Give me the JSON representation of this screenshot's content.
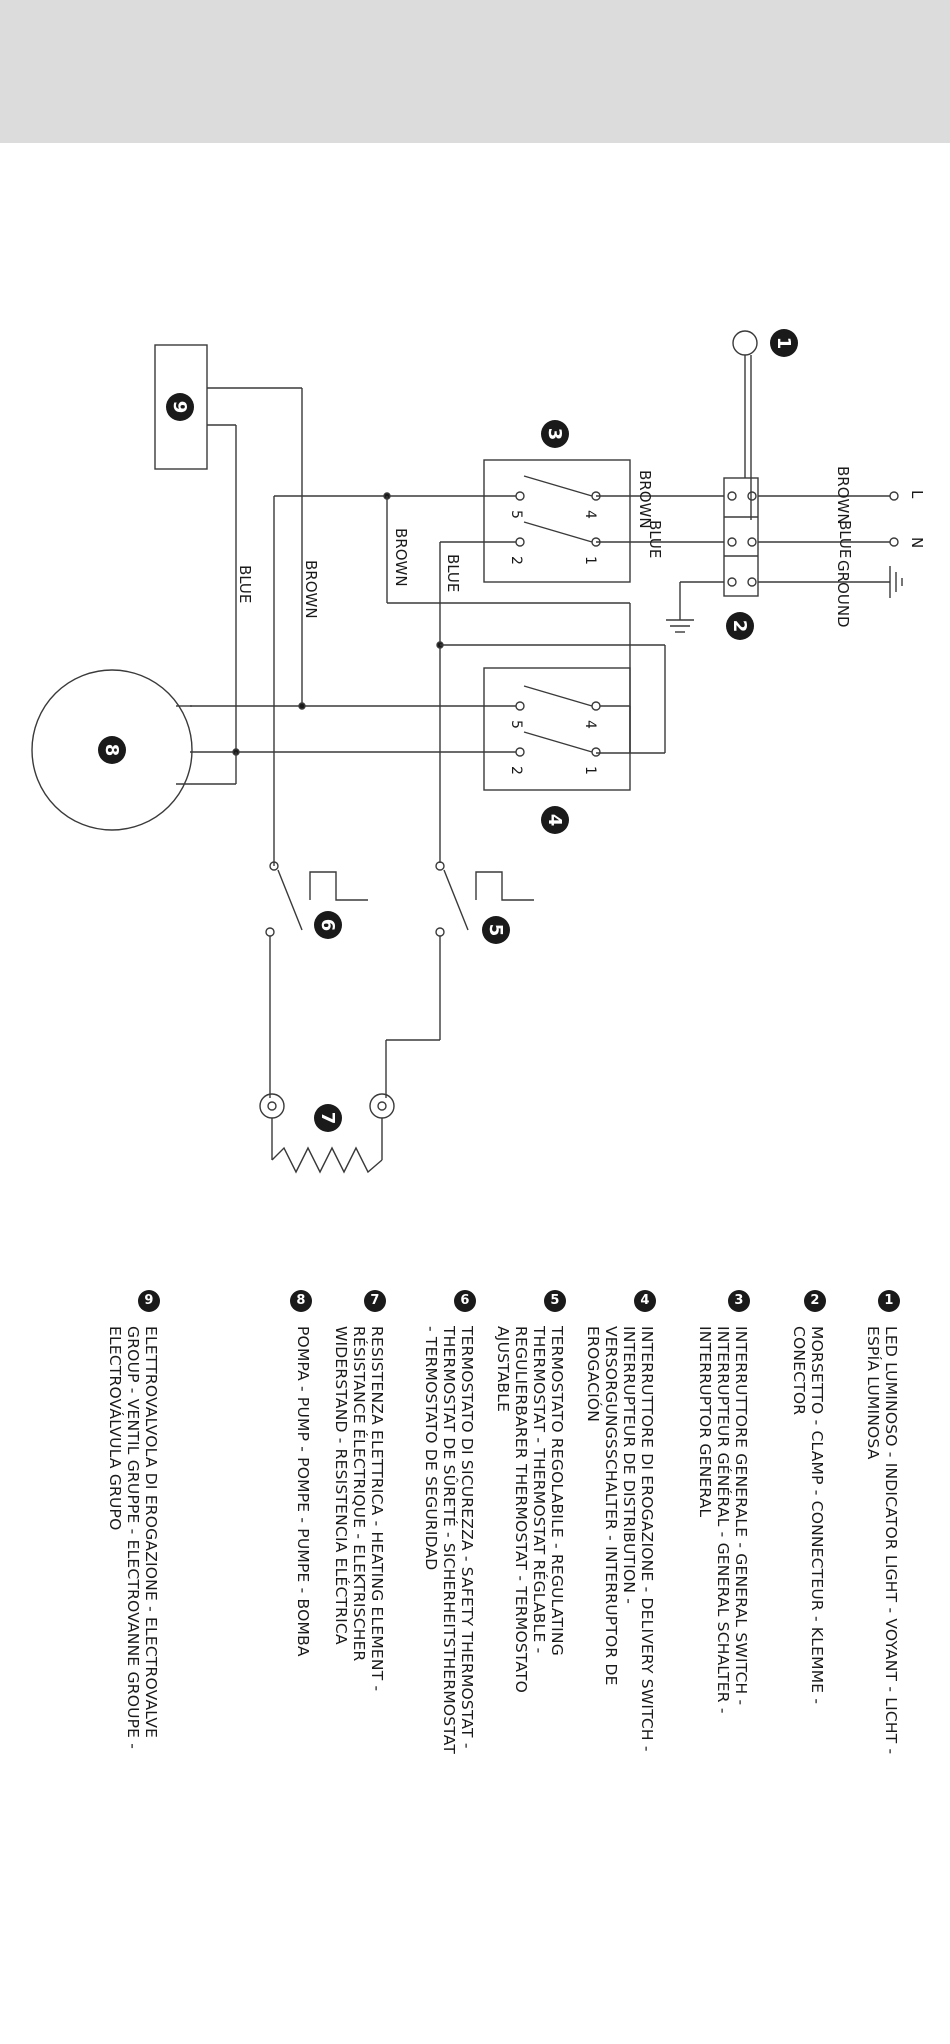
{
  "diagram": {
    "terminals": {
      "line": "L",
      "neutral": "N"
    },
    "wires": {
      "brown_in": "BROWN",
      "blue_in": "BLUE",
      "ground": "GROUND",
      "brown_out": "BROWN",
      "blue_out": "BLUE",
      "brown_mid": "BROWN",
      "blue_mid": "BLUE",
      "brown_pump": "BROWN",
      "blue_pump": "BLUE"
    },
    "switch3": {
      "number": "3",
      "pins": [
        "4",
        "1",
        "5",
        "2"
      ]
    },
    "switch4": {
      "number": "4",
      "pins": [
        "4",
        "1",
        "5",
        "2"
      ]
    },
    "callouts": [
      "1",
      "2",
      "5",
      "6",
      "7",
      "8",
      "9"
    ]
  },
  "legend": [
    {
      "number": "1",
      "text": "LED LUMINOSO - INDICATOR LIGHT - VOYANT - LICHT - ESPÍA LUMINOSA"
    },
    {
      "number": "2",
      "text": "MORSETTO - CLAMP - CONNECTEUR - KLEMME - CONECTOR"
    },
    {
      "number": "3",
      "text": "INTERRUTTORE GENERALE - GENERAL SWITCH - INTERRUPTEUR GÉNÉRAL - GENERAL SCHALTER - INTERRUPTOR GENERAL"
    },
    {
      "number": "4",
      "text": "INTERRUTTORE DI EROGAZIONE - DELIVERY SWITCH - INTERRUPTEUR DE DISTRIBUTION - VERSORGUNGSSCHALTER - INTERRUPTOR DE EROGACIÓN"
    },
    {
      "number": "5",
      "text": "TERMOSTATO REGOLABILE - REGULATING THERMOSTAT - THERMOSTAT RÉGLABLE - REGULIERBARER THERMOSTAT - TERMOSTATO AJUSTABLE"
    },
    {
      "number": "6",
      "text": "TERMOSTATO DI SICUREZZA - SAFETY THERMOSTAT - THERMOSTAT DE SÛRETÉ - SICHERHEITSTHERMOSTAT - TERMOSTATO DE SEGURIDAD"
    },
    {
      "number": "7",
      "text": "RESISTENZA ELETTRICA - HEATING ELEMENT - RÉSISTANCE ÉLECTRIQUE - ELEKTRISCHER WIDERSTAND - RESISTENCIA ELÉCTRICA"
    },
    {
      "number": "8",
      "text": "POMPA - PUMP - POMPE - PUMPE - BOMBA"
    },
    {
      "number": "9",
      "text": "ELETTROVALVOLA DI EROGAZIONE - ELECTROVALVE GROUP - VENTIL GRUPPE - ELECTROVANNE GROUPE - ELECTROVÁLVULA GRUPO"
    }
  ]
}
